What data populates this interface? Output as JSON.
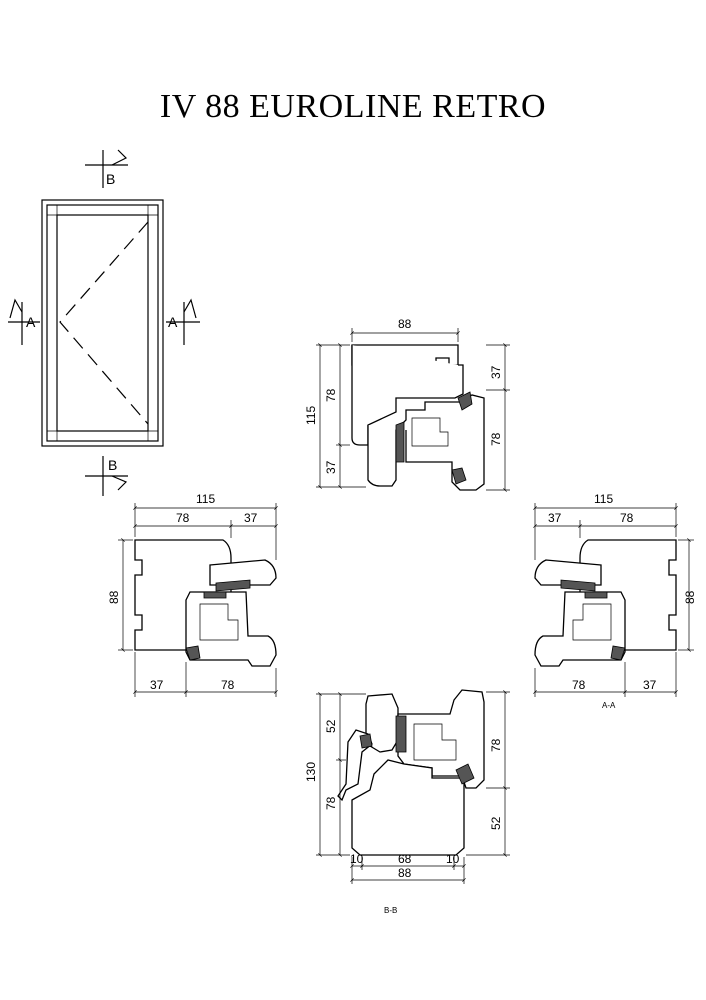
{
  "title": "IV 88 EUROLINE RETRO",
  "markers": {
    "a": "A",
    "b": "B"
  },
  "section_labels": {
    "aa": "A-A",
    "bb": "B-B"
  },
  "top_section": {
    "width": "88",
    "height_total": "115",
    "left_upper": "78",
    "left_lower": "37",
    "right_upper": "37",
    "right_lower": "78"
  },
  "left_section": {
    "width_total": "115",
    "top_a": "78",
    "top_b": "37",
    "height": "88",
    "bottom_a": "37",
    "bottom_b": "78"
  },
  "right_section": {
    "width_total": "115",
    "top_a": "37",
    "top_b": "78",
    "height": "88",
    "bottom_a": "78",
    "bottom_b": "37"
  },
  "bottom_section": {
    "height_total": "130",
    "left_upper": "52",
    "left_lower": "78",
    "right_upper": "78",
    "right_lower": "52",
    "bottom_a": "10",
    "bottom_b": "68",
    "bottom_c": "10",
    "width": "88"
  }
}
